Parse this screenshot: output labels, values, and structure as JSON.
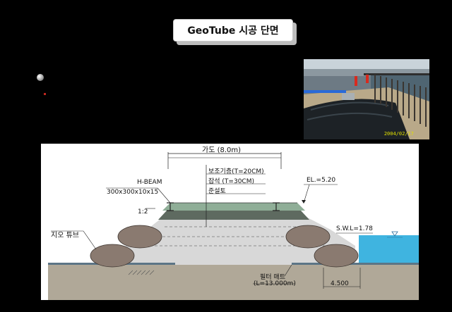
{
  "title": "GeoTube 시공 단면",
  "photo": {
    "date_stamp": "2004/02/17"
  },
  "diagram": {
    "road_width": "가도 (8.0m)",
    "hbeam": "H-BEAM",
    "hbeam_size": "300x300x10x15",
    "layer_1": "보조기층(T=20CM)",
    "layer_2": "잡석 (T=30CM)",
    "layer_3": "준설토",
    "elevation": "EL.=5.20",
    "slope": "1:2",
    "swl": "S.W.L=1.78",
    "geotube": "지오 튜브",
    "filter_mat": "필터 매트",
    "filter_mat_length": "(L=13.000m)",
    "dim_right": "4.500"
  },
  "colors": {
    "sea": "#3fb4e0",
    "seabed": "#b0a898",
    "embankment": "#d6d6d6",
    "tube": "#8a7a70",
    "gravel_layer": "#5e6a60",
    "subbase_layer": "#8fae97"
  }
}
